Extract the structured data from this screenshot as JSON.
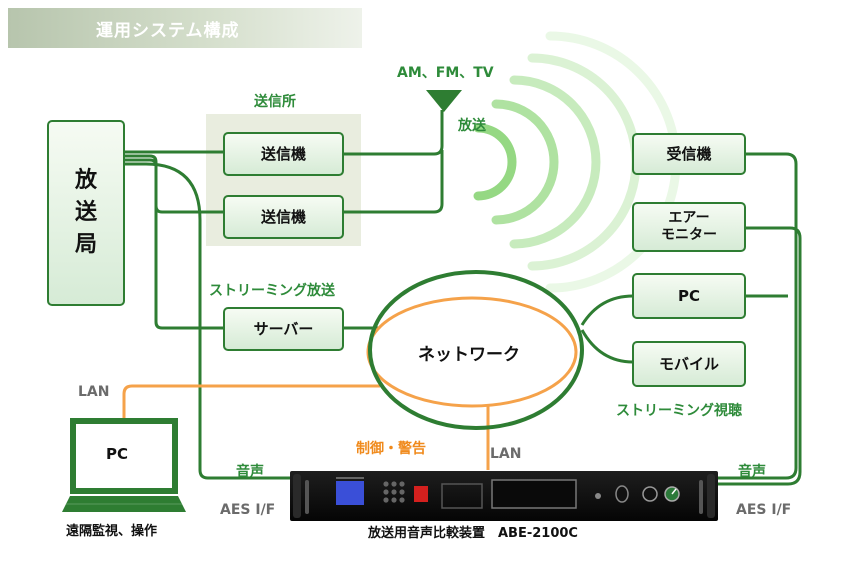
{
  "title": "運用システム構成",
  "nodes": {
    "broadcast_station": "放\n送\n局",
    "transmitter_site": "送信所",
    "transmitter_1": "送信機",
    "transmitter_2": "送信機",
    "antenna_bands": "AM、FM、TV",
    "broadcast_label": "放送",
    "receiver": "受信機",
    "air_monitor": "エアー\nモニター",
    "streaming_broadcast": "ストリーミング放送",
    "server": "サーバー",
    "network": "ネットワーク",
    "pc_right": "PC",
    "mobile": "モバイル",
    "streaming_view": "ストリーミング視聴",
    "lan_left": "LAN",
    "pc_left": "PC",
    "remote_monitor": "遠隔監視、操作",
    "control_alarm": "制御・警告",
    "lan_center": "LAN",
    "audio_left": "音声",
    "audio_right": "音声",
    "aes_left": "AES I/F",
    "aes_right": "AES I/F",
    "device_caption": "放送用音声比較装置　ABE-2100C"
  },
  "colors": {
    "line_green": "#2e7d32",
    "label_green": "#2e8b3a",
    "control_orange": "#f5a24a",
    "label_orange": "#f08a1c"
  }
}
